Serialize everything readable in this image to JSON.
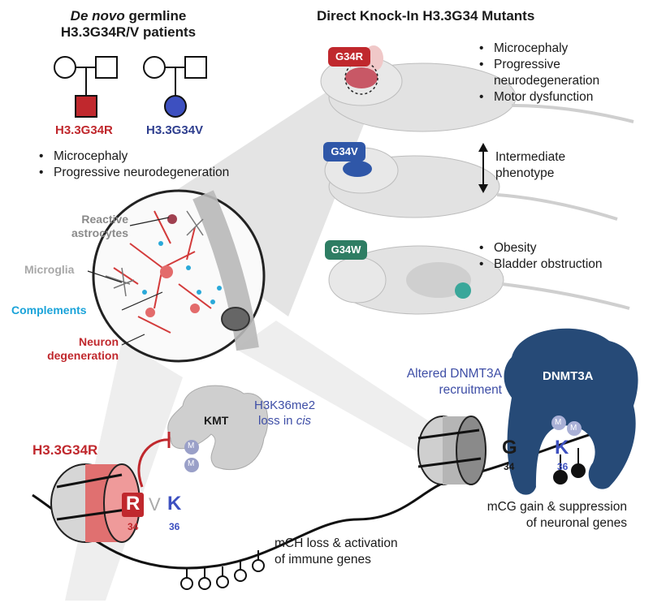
{
  "left": {
    "title_italic": "De novo",
    "title_rest": " germline",
    "title_line2": "H3.3G34R/V patients",
    "label_r": "H3.3G34R",
    "label_v": "H3.3G34V",
    "bullets": [
      "Microcephaly",
      "Progressive neurodegeneration"
    ]
  },
  "right": {
    "title": "Direct Knock-In H3.3G34 Mutants",
    "g34r": {
      "badge": "G34R",
      "bullets": [
        "Microcephaly",
        "Progressive",
        "neurodegeneration",
        "Motor dysfunction"
      ]
    },
    "g34v": {
      "badge": "G34V",
      "text_line1": "Intermediate",
      "text_line2": "phenotype"
    },
    "g34w": {
      "badge": "G34W",
      "bullets": [
        "Obesity",
        "Bladder obstruction"
      ]
    }
  },
  "brain": {
    "reactive_line1": "Reactive",
    "reactive_line2": "astrocytes",
    "microglia": "Microglia",
    "complements": "Complements",
    "neuron_line1": "Neuron",
    "neuron_line2": "degeneration"
  },
  "bottom": {
    "h33g34r": "H3.3G34R",
    "kmt": "KMT",
    "h3k36_line1": "H3K36me2",
    "h3k36_line2_pre": "loss in ",
    "h3k36_line2_it": "cis",
    "m": "M",
    "r": "R",
    "v": "V",
    "k": "K",
    "n34": "34",
    "n36": "36",
    "altered_line1": "Altered DNMT3A",
    "altered_line2": "recruitment",
    "dnmt3a": "DNMT3A",
    "g": "G",
    "mch_line1": "mCH loss & activation",
    "mch_line2": "of immune genes",
    "mcg_line1": "mCG gain & suppression",
    "mcg_line2": "of neuronal genes"
  },
  "colors": {
    "red": "#c0282d",
    "blue": "#3d50c0",
    "navy": "#264a77",
    "teal": "#2e7d63",
    "cyan": "#1aa3d9"
  }
}
